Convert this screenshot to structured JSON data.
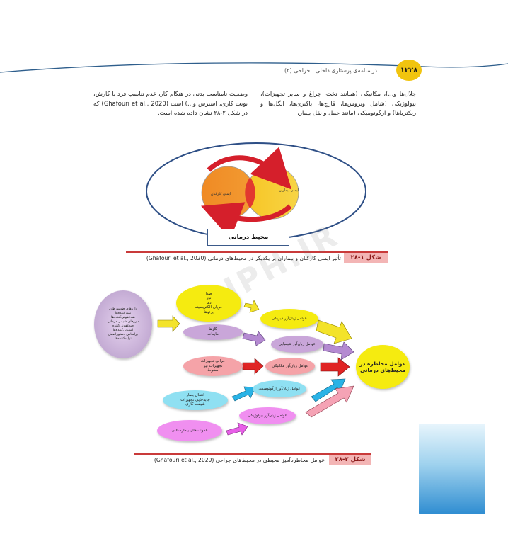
{
  "header": {
    "title": "درسنامه‌ی پرستاری داخلی ـ جراحی (۲)",
    "page_number": "۱۲۲۸",
    "accent_color": "#f1c40f"
  },
  "body_text": {
    "right_column": "جلال‌ها و...)، مکانیکی (همانند تخت، چراغ و سایر تجهیزات)، بیولوژیکی (شامل ویروس‌ها، قارچ‌ها، باکتری‌ها، انگل‌ها و ریکتزیاها) و ارگونومیکی (مانند حمل و نقل بیمار،",
    "left_column": "وضعیت نامناسب بدنی در هنگام کار، عدم تناسب فرد با کارش، نوبت کاری، استرس و...) است (Ghafouri et al., 2020) که در شکل ۲-۲۸ نشان داده شده است."
  },
  "figure1": {
    "circle_right_label": "ایمنی بیماران",
    "circle_left_label": "ایمنی کارکنان",
    "box_label": "محیط درمانی",
    "caption_tag": "شکل ۱-۲۸",
    "caption_text": "تأثیر ایمنی کارکنان و بیماران بر یکدیگر در محیط‌های درمانی (Ghafouri et al., 2020)"
  },
  "figure2": {
    "agents_bubble": "داروهای ضدسرطان\nتمیزکننده‌ها\nضدعفونی‌کننده‌ها\nداروهای شیمی درمانی\nضدعفونی‌کننده\nاستریل‌کننده‌ها\nبراساس دستورالعمل\nتولیدکننده‌ها",
    "physical_sources": "صدا\nنور\nدما\nجریان الکتریسیته\nپرتوها",
    "chemical_sources": "گازها\nمایعات",
    "mechanical_sources": "خرابی تجهیزات\nتجهیزات تیز\nسقوط",
    "ergonomic_sources": "انتقال بیمار\nجابه‌جایی تجهیزات\nشیفت کاری",
    "biological_sources": "عفونت‌های بیمارستانی",
    "factor_physical": "عوامل زیان‌آور فیزیکی",
    "factor_chemical": "عوامل زیان‌آور شیمیایی",
    "factor_mechanical": "عوامل زیان‌آور مکانیکی",
    "factor_ergonomic": "عوامل زیان‌آور ارگونومیکی",
    "factor_biological": "عوامل زیان‌آور بیولوژیکی",
    "center": "عوامل مخاطره در محیط‌های درمانی",
    "caption_tag": "شکل ۲-۲۸",
    "caption_text": "عوامل مخاطره‌آمیز محیطی در محیط‌های جراحی (Ghafouri et al., 2020)"
  },
  "watermark": "JPH.IR",
  "colors": {
    "yellow": "#f5eb10",
    "violet": "#c9a6d9",
    "pink": "#f5a3a8",
    "cyan": "#8fe0f2",
    "magenta": "#f08ff0",
    "caption_red": "#c93a3a"
  }
}
